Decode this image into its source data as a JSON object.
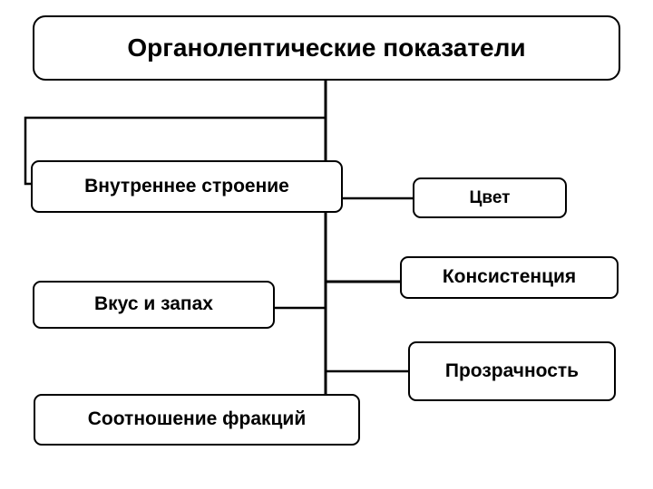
{
  "diagram": {
    "type": "tree",
    "title": "Органолептические показатели",
    "orientation": "top-down-with-side-branches",
    "background_color": "#ffffff",
    "line_color": "#000000",
    "text_color": "#000000",
    "root": {
      "id": "root",
      "label": "Органолептические показатели"
    },
    "nodes": [
      {
        "id": "struct",
        "label": "Внутреннее строение"
      },
      {
        "id": "color",
        "label": "Цвет"
      },
      {
        "id": "consistency",
        "label": "Консистенция"
      },
      {
        "id": "taste",
        "label": "Вкус и запах"
      },
      {
        "id": "transparency",
        "label": "Прозрачность"
      },
      {
        "id": "fractions",
        "label": "Соотношение фракций"
      }
    ],
    "edges": [
      {
        "from": "root",
        "to": "struct"
      },
      {
        "from": "root",
        "to": "color"
      },
      {
        "from": "root",
        "to": "consistency"
      },
      {
        "from": "root",
        "to": "taste"
      },
      {
        "from": "root",
        "to": "transparency"
      },
      {
        "from": "root",
        "to": "fractions"
      }
    ]
  }
}
